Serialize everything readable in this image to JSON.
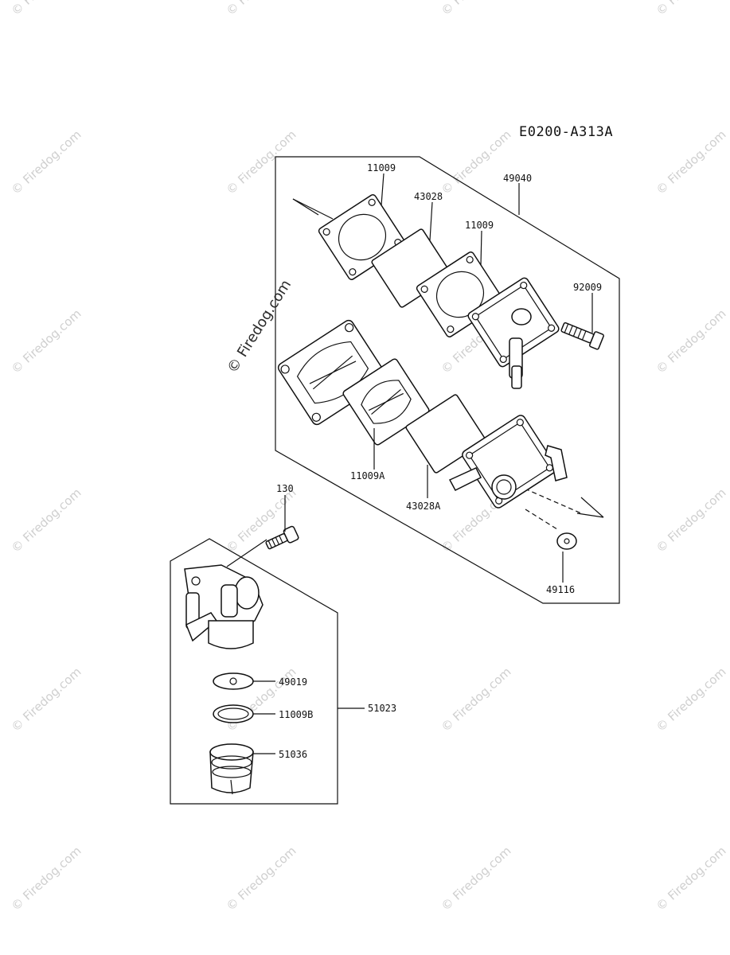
{
  "diagram_code": "E0200-A313A",
  "watermark_text": "© Firedog.com",
  "center_watermark_text": "© Firedog.com",
  "part_labels": {
    "p11009_top": "11009",
    "p43028": "43028",
    "p49040": "49040",
    "p11009_mid": "11009",
    "p92009": "92009",
    "p11009A": "11009A",
    "p43028A": "43028A",
    "p49116": "49116",
    "p130": "130",
    "p49019": "49019",
    "p11009B": "11009B",
    "p51023": "51023",
    "p51036": "51036"
  }
}
